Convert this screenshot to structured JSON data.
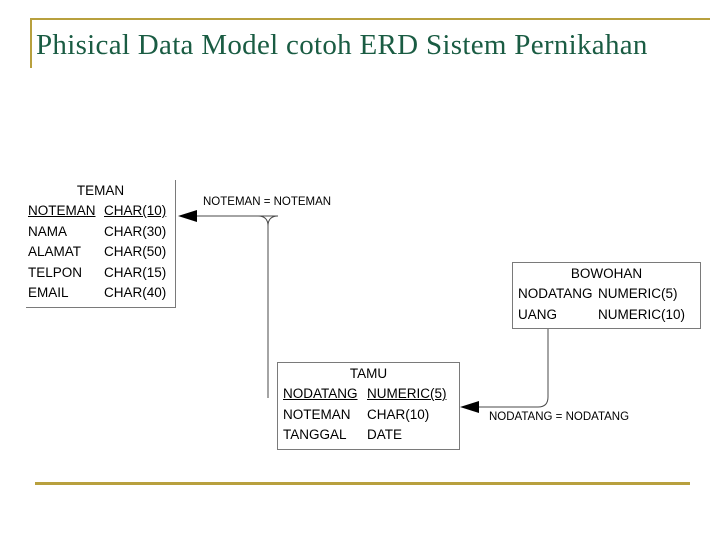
{
  "slide": {
    "title": "Phisical Data Model cotoh ERD Sistem Pernikahan",
    "accent_color": "#b8a03e",
    "title_color": "#1a5c43",
    "line_color": "#7a7a7a",
    "background": "#ffffff"
  },
  "diagram": {
    "type": "entity-relationship-diagram",
    "entities": [
      {
        "name": "TEMAN",
        "columns": [
          {
            "field": "NOTEMAN",
            "type": "CHAR(10)",
            "primary_key": true
          },
          {
            "field": "NAMA",
            "type": "CHAR(30)",
            "primary_key": false
          },
          {
            "field": "ALAMAT",
            "type": "CHAR(50)",
            "primary_key": false
          },
          {
            "field": "TELPON",
            "type": "CHAR(15)",
            "primary_key": false
          },
          {
            "field": "EMAIL",
            "type": "CHAR(40)",
            "primary_key": false
          }
        ]
      },
      {
        "name": "TAMU",
        "columns": [
          {
            "field": "NODATANG",
            "type": "NUMERIC(5)",
            "primary_key": true
          },
          {
            "field": "NOTEMAN",
            "type": "CHAR(10)",
            "primary_key": false
          },
          {
            "field": "TANGGAL",
            "type": "DATE",
            "primary_key": false
          }
        ]
      },
      {
        "name": "BOWOHAN",
        "columns": [
          {
            "field": "NODATANG",
            "type": "NUMERIC(5)",
            "primary_key": false
          },
          {
            "field": "UANG",
            "type": "NUMERIC(10)",
            "primary_key": false
          }
        ]
      }
    ],
    "relationships": [
      {
        "label": "NOTEMAN = NOTEMAN",
        "from": "TAMU",
        "to": "TEMAN"
      },
      {
        "label": "NODATANG = NODATANG",
        "from": "BOWOHAN",
        "to": "TAMU"
      }
    ]
  }
}
